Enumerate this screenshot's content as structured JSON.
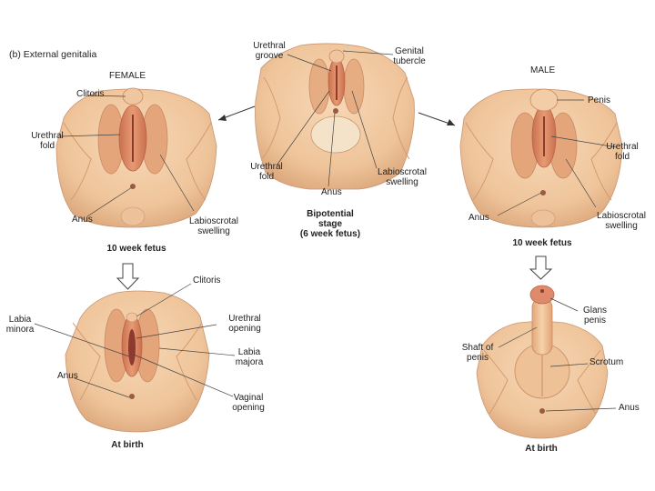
{
  "figure": {
    "panel_title": "(b) External genitalia",
    "female_header": "FEMALE",
    "male_header": "MALE"
  },
  "bipotential": {
    "urethral_groove": "Urethral\ngroove",
    "genital_tubercle": "Genital\ntubercle",
    "urethral_fold": "Urethral\nfold",
    "anus": "Anus",
    "labioscrotal_swelling": "Labioscrotal\nswelling",
    "caption": "Bipotential\nstage\n(6 week fetus)"
  },
  "female_10wk": {
    "clitoris": "Clitoris",
    "urethral_fold": "Urethral\nfold",
    "anus": "Anus",
    "labioscrotal_swelling": "Labioscrotal\nswelling",
    "caption": "10 week fetus"
  },
  "male_10wk": {
    "penis": "Penis",
    "urethral_fold": "Urethral\nfold",
    "anus": "Anus",
    "labioscrotal_swelling": "Labioscrotal\nswelling",
    "caption": "10 week fetus"
  },
  "female_birth": {
    "clitoris": "Clitoris",
    "labia_minora": "Labia\nminora",
    "urethral_opening": "Urethral\nopening",
    "labia_majora": "Labia\nmajora",
    "anus": "Anus",
    "vaginal_opening": "Vaginal\nopening",
    "caption": "At birth"
  },
  "male_birth": {
    "glans_penis": "Glans\npenis",
    "shaft_of_penis": "Shaft of\npenis",
    "scrotum": "Scrotum",
    "anus": "Anus",
    "caption": "At birth"
  },
  "colors": {
    "skin": "#f0c9a0",
    "skin_shadow": "#d9a478",
    "fold": "#d9835f",
    "groove": "#a8483a",
    "outline": "#b98560"
  }
}
